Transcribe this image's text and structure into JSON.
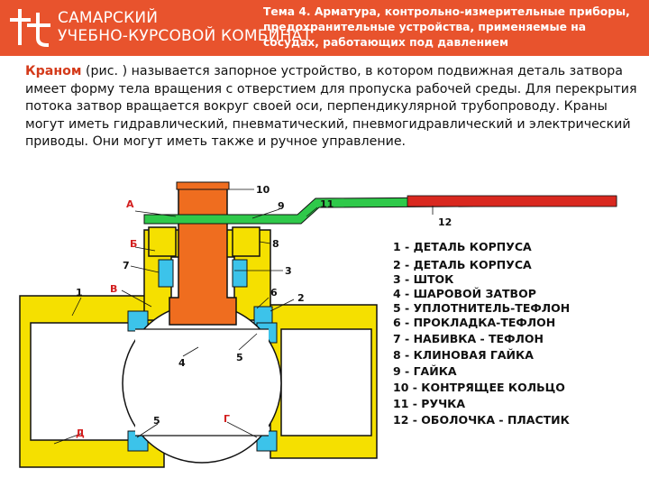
{
  "header": {
    "brand_line1": "САМАРСКИЙ",
    "brand_line2": "УЧЕБНО-КУРСОВОЙ КОМБИНАТ",
    "topic_line1": "Тема 4. Арматура, контрольно-измерительные приборы,",
    "topic_line2": "предохранительные устройства, применяемые на",
    "topic_line3": "сосудах, работающих под давлением",
    "logo_icon": "double-cross-logo-icon",
    "accent_color": "#e8532d"
  },
  "body": {
    "term": "Краном",
    "text": " (рис. ) называется запорное устройство, в котором подвижная деталь затвора имеет форму тела вращения с отверстием для пропуска рабочей среды. Для перекрытия потока затвор вращается вокруг своей оси, перпендикулярной трубопроводу. Краны могут иметь гидравлический, пневматический, пневмогидравлический и электрический приводы. Они могут иметь также и ручное управление."
  },
  "diagram": {
    "callouts": {
      "n1": "1",
      "n2": "2",
      "n3": "3",
      "n4": "4",
      "n5a": "5",
      "n5b": "5",
      "n6": "6",
      "n7": "7",
      "n8": "8",
      "n9": "9",
      "n10": "10",
      "n11": "11",
      "n12": "12",
      "A": "А",
      "B": "Б",
      "V": "В",
      "G": "Г",
      "D": "Д"
    },
    "legend": [
      "1 - ДЕТАЛЬ КОРПУСА",
      "2 - ДЕТАЛЬ КОРПУСА",
      "3 - ШТОК",
      "4 - ШАРОВОЙ ЗАТВОР",
      "5 - УПЛОТНИТЕЛЬ-ТЕФЛОН",
      "6 - ПРОКЛАДКА-ТЕФЛОН",
      "7 - НАБИВКА - ТЕФЛОН",
      "8 - КЛИНОВАЯ ГАЙКА",
      "9 - ГАЙКА",
      "10 - КОНТРЯЩЕЕ КОЛЬЦО",
      "11 - РУЧКА",
      "12 - ОБОЛОЧКА - ПЛАСТИК"
    ],
    "colors": {
      "body": "#f5e000",
      "stem": "#ef6d1f",
      "handle": "#2fc94a",
      "teflon": "#3cc3ea",
      "sheath": "#d9281f"
    }
  }
}
